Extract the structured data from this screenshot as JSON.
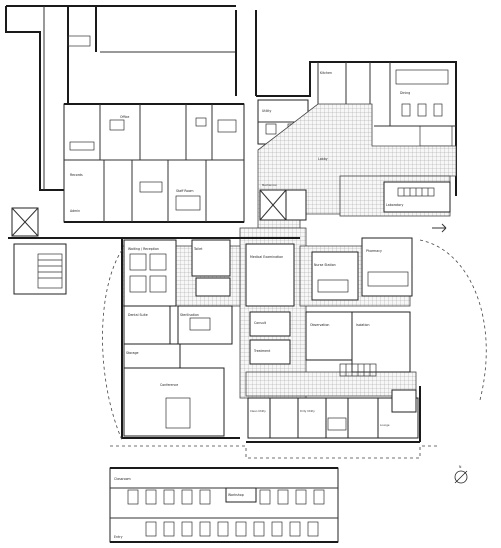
{
  "plan": {
    "labels": [
      "Waiting / Reception",
      "Dental Suite",
      "Office",
      "Storage",
      "Toilet",
      "Medical Examination",
      "Conference",
      "Pharmacy",
      "Laboratory",
      "Staff Room",
      "Treatment",
      "Corridor",
      "Classroom",
      "Kitchen",
      "Dining",
      "Utility",
      "Mechanical",
      "Records",
      "Nurse Station",
      "Consult",
      "Observation",
      "Lobby",
      "Sterilisation",
      "Isolation",
      "Admin",
      "Clean Utility",
      "Dirty Utility",
      "Lounge",
      "Entry",
      "Workshop"
    ],
    "north_label": "N"
  }
}
